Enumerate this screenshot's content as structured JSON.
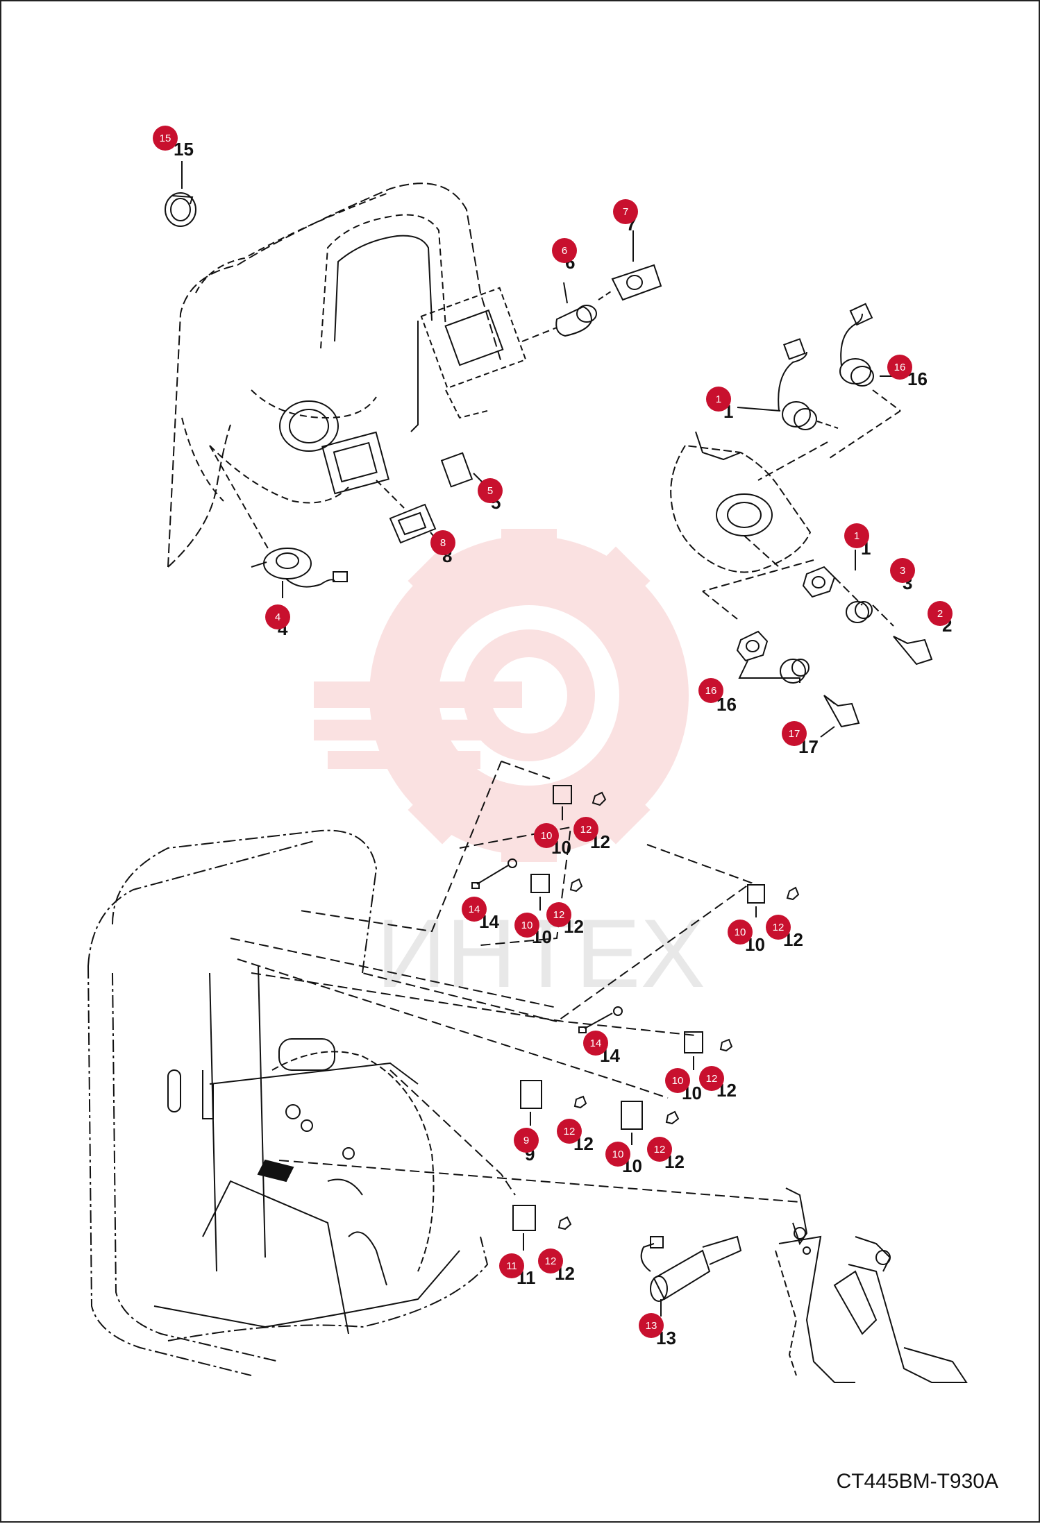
{
  "drawing_code": "CT445BM-T930A",
  "watermark": {
    "text": "ИНТЕХ",
    "color": "#f6c9c9"
  },
  "colors": {
    "badge": "#c8102e",
    "line": "#111111"
  },
  "callouts": [
    {
      "id": "15",
      "label": "15"
    },
    {
      "id": "7",
      "label": "7"
    },
    {
      "id": "6",
      "label": "6"
    },
    {
      "id": "16",
      "label": "16"
    },
    {
      "id": "1",
      "label": "1"
    },
    {
      "id": "5",
      "label": "5"
    },
    {
      "id": "8",
      "label": "8"
    },
    {
      "id": "4",
      "label": "4"
    },
    {
      "id": "1",
      "label": "1"
    },
    {
      "id": "3",
      "label": "3"
    },
    {
      "id": "2",
      "label": "2"
    },
    {
      "id": "16",
      "label": "16"
    },
    {
      "id": "17",
      "label": "17"
    },
    {
      "id": "10",
      "label": "10"
    },
    {
      "id": "12",
      "label": "12"
    },
    {
      "id": "14",
      "label": "14"
    },
    {
      "id": "10",
      "label": "10"
    },
    {
      "id": "12",
      "label": "12"
    },
    {
      "id": "10",
      "label": "10"
    },
    {
      "id": "12",
      "label": "12"
    },
    {
      "id": "14",
      "label": "14"
    },
    {
      "id": "10",
      "label": "10"
    },
    {
      "id": "12",
      "label": "12"
    },
    {
      "id": "9",
      "label": "9"
    },
    {
      "id": "12",
      "label": "12"
    },
    {
      "id": "10",
      "label": "10"
    },
    {
      "id": "12",
      "label": "12"
    },
    {
      "id": "11",
      "label": "11"
    },
    {
      "id": "12",
      "label": "12"
    },
    {
      "id": "13",
      "label": "13"
    }
  ]
}
